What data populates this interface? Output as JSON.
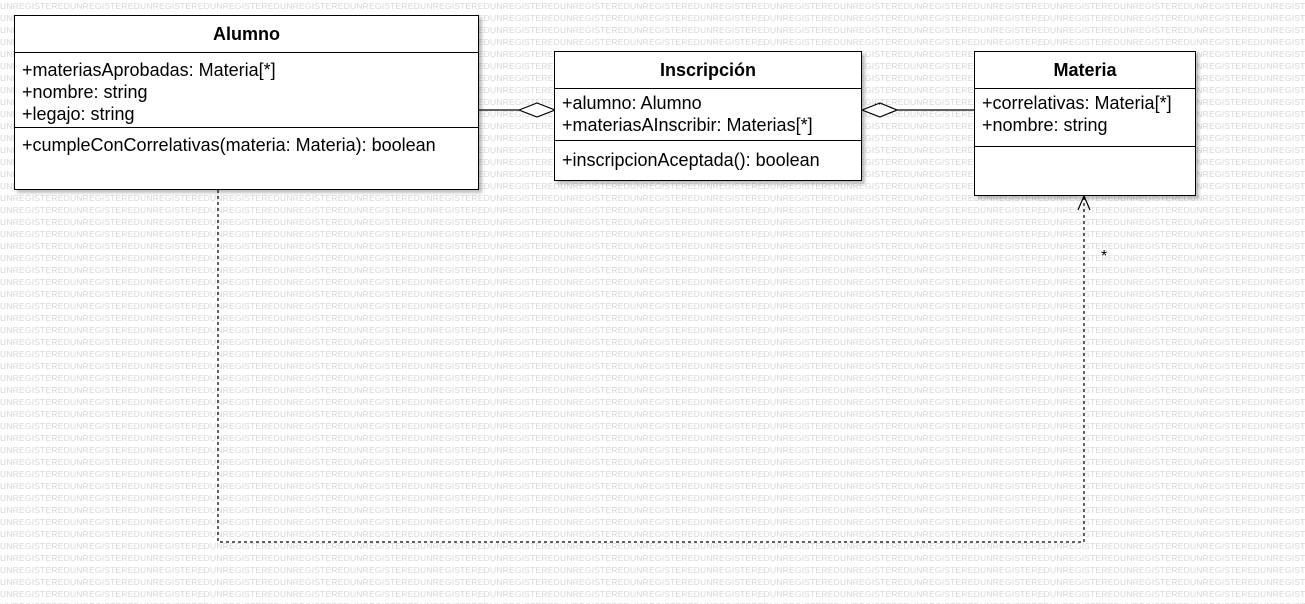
{
  "watermark": "UNREGISTERED",
  "classes": {
    "alumno": {
      "name": "Alumno",
      "attributes": [
        "+materiasAprobadas: Materia[*]",
        "+nombre: string",
        "+legajo: string"
      ],
      "operations": [
        "+cumpleConCorrelativas(materia: Materia): boolean"
      ]
    },
    "inscripcion": {
      "name": "Inscripción",
      "attributes": [
        "+alumno: Alumno",
        "+materiasAInscribir: Materias[*]"
      ],
      "operations": [
        "+inscripcionAceptada(): boolean"
      ]
    },
    "materia": {
      "name": "Materia",
      "attributes": [
        "+correlativas: Materia[*]",
        "+nombre: string"
      ],
      "operations": []
    }
  },
  "relations": {
    "dependency_multiplicity": "*"
  }
}
